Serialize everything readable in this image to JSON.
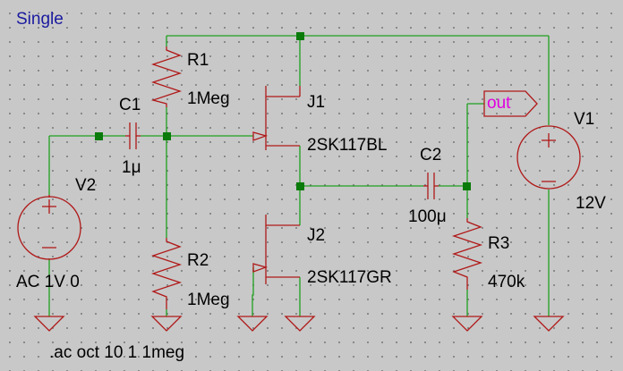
{
  "schematic": {
    "title": "Single",
    "directive": ".ac oct 10 1 1meg",
    "colors": {
      "background": "#c8c8c8",
      "wire": "#1fa01f",
      "component": "#b01818",
      "junction": "#0a7a0a",
      "text": "#000000",
      "title_text": "#1a1aa0",
      "net_label_text": "#e000e0"
    },
    "components": {
      "r1": {
        "name": "R1",
        "value": "1Meg"
      },
      "r2": {
        "name": "R2",
        "value": "1Meg"
      },
      "r3": {
        "name": "R3",
        "value": "470k"
      },
      "c1": {
        "name": "C1",
        "value": "1μ"
      },
      "c2": {
        "name": "C2",
        "value": "100μ"
      },
      "j1": {
        "name": "J1",
        "value": "2SK117BL"
      },
      "j2": {
        "name": "J2",
        "value": "2SK117GR"
      },
      "v1": {
        "name": "V1",
        "value": "12V"
      },
      "v2": {
        "name": "V2",
        "value": "AC 1V 0"
      }
    },
    "net_labels": {
      "out": "out"
    }
  }
}
